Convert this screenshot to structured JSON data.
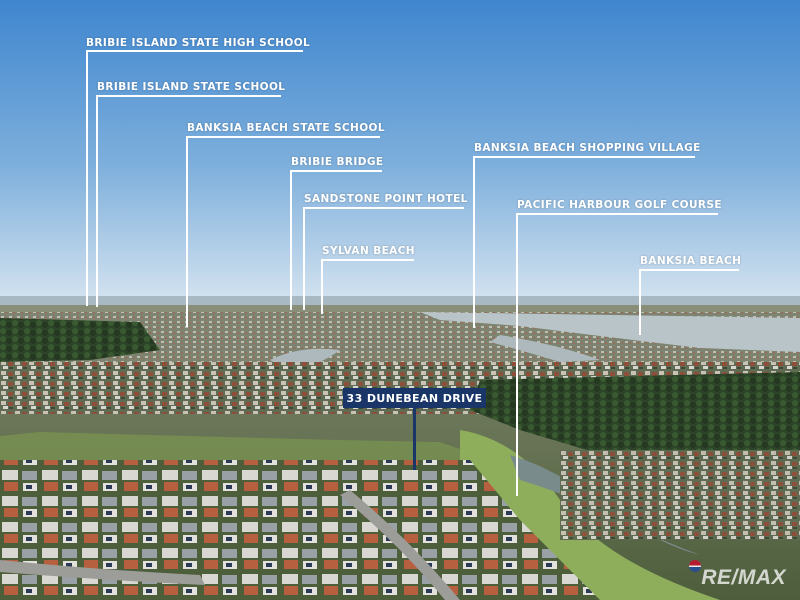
{
  "photo": {
    "description_icon": "aerial-photo",
    "colors": {
      "sky_top": "#3f86cf",
      "sky_horizon": "#d6e4f0",
      "water": "#b9c4c8",
      "trees": "#2f4a2a",
      "fairway": "#8fae5c",
      "label_bg": "#1a3568"
    }
  },
  "points_of_interest": [
    {
      "label": "BRIBIE ISLAND STATE HIGH SCHOOL"
    },
    {
      "label": "BRIBIE ISLAND STATE SCHOOL"
    },
    {
      "label": "BANKSIA BEACH STATE SCHOOL"
    },
    {
      "label": "BRIBIE BRIDGE"
    },
    {
      "label": "SANDSTONE POINT HOTEL"
    },
    {
      "label": "SYLVAN BEACH"
    },
    {
      "label": "BANKSIA BEACH SHOPPING VILLAGE"
    },
    {
      "label": "PACIFIC HARBOUR GOLF COURSE"
    },
    {
      "label": "BANKSIA BEACH"
    }
  ],
  "property": {
    "label": "33 DUNEBEAN DRIVE"
  },
  "brand": {
    "name": "RE/MAX",
    "icon": "balloon-logo-icon"
  }
}
